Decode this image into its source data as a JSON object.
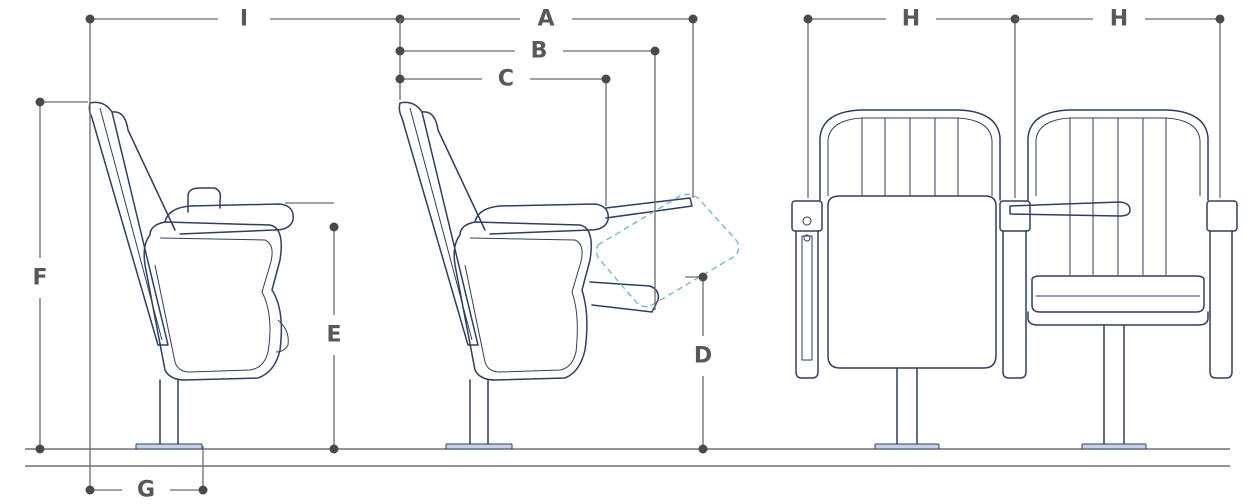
{
  "labels": {
    "a": "A",
    "b": "B",
    "c": "C",
    "d": "D",
    "e": "E",
    "f": "F",
    "g": "G",
    "h1": "H",
    "h2": "H",
    "i": "I"
  },
  "colors": {
    "chair_outline": "#2e3f63",
    "dimension_line": "#6b6b6b",
    "tablet_folded_ghost": "#6fb1d6",
    "base_plate": "#c8d2e6"
  }
}
